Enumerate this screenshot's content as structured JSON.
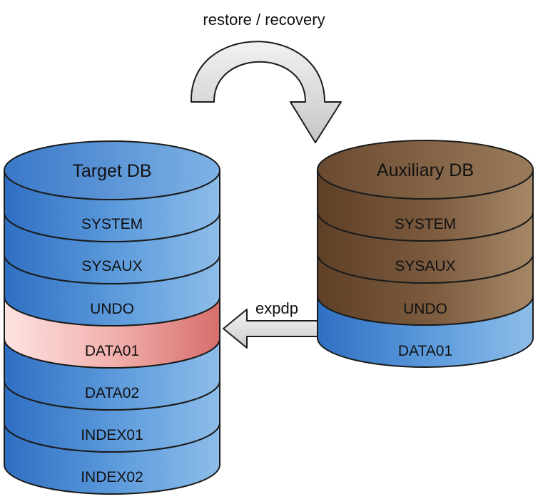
{
  "colors": {
    "blue": "#4f8fd4",
    "brown": "#7a5a3f",
    "highlight": "#f2b7b4",
    "arrow_fill": "#d9d9d9"
  },
  "target_db": {
    "title": "Target DB",
    "layers": [
      "SYSTEM",
      "SYSAUX",
      "UNDO",
      "DATA01",
      "DATA02",
      "INDEX01",
      "INDEX02"
    ]
  },
  "auxiliary_db": {
    "title": "Auxiliary DB",
    "layers": [
      "SYSTEM",
      "SYSAUX",
      "UNDO",
      "DATA01"
    ]
  },
  "arrows": {
    "restore_recovery": "restore / recovery",
    "expdp": "expdp"
  }
}
